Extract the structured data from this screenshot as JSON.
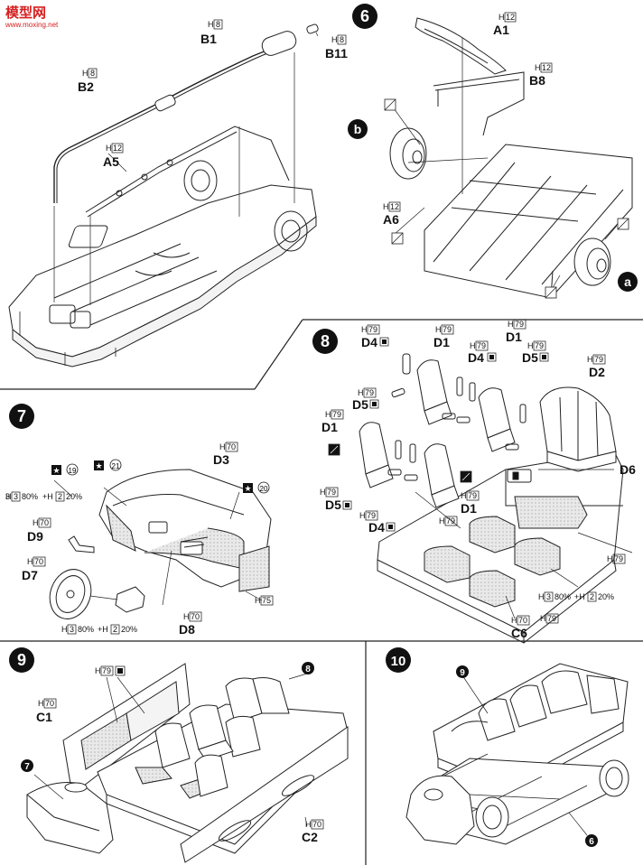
{
  "watermark": {
    "site_name": "模型网",
    "url": "www.moxing.net"
  },
  "steps": [
    {
      "id": "6",
      "label": "6"
    },
    {
      "id": "7",
      "label": "7"
    },
    {
      "id": "8",
      "label": "8"
    },
    {
      "id": "9",
      "label": "9"
    },
    {
      "id": "10",
      "label": "10"
    }
  ],
  "step5": {
    "parts": [
      {
        "code": "H",
        "color": "8",
        "name": "B1"
      },
      {
        "code": "H",
        "color": "8",
        "name": "B11"
      },
      {
        "code": "H",
        "color": "8",
        "name": "B2"
      },
      {
        "code": "H",
        "color": "12",
        "name": "A5"
      }
    ]
  },
  "step6": {
    "parts": [
      {
        "code": "H",
        "color": "12",
        "name": "A1"
      },
      {
        "code": "H",
        "color": "12",
        "name": "B8"
      },
      {
        "code": "H",
        "color": "12",
        "name": "A6"
      }
    ],
    "wheel_labels": {
      "b": "b",
      "a": "a"
    }
  },
  "step7": {
    "decals": [
      "19",
      "21",
      "20"
    ],
    "mix_line_1": {
      "h1": "3",
      "p1": "80%",
      "h2": "2",
      "p2": "20%"
    },
    "mix_line_2": {
      "h1": "3",
      "p1": "80%",
      "h2": "2",
      "p2": "20%"
    },
    "parts": [
      {
        "code": "H",
        "color": "70",
        "name": "D3"
      },
      {
        "code": "H",
        "color": "70",
        "name": "D9"
      },
      {
        "code": "H",
        "color": "70",
        "name": "D7"
      },
      {
        "code": "H",
        "color": "70",
        "name": "D8"
      }
    ],
    "h75": {
      "code": "H",
      "color": "75"
    }
  },
  "step8": {
    "parts": [
      {
        "code": "H",
        "color": "79",
        "name": "D4"
      },
      {
        "code": "H",
        "color": "79",
        "name": "D1"
      },
      {
        "code": "H",
        "color": "79",
        "name": "D1"
      },
      {
        "code": "H",
        "color": "79",
        "name": "D4"
      },
      {
        "code": "H",
        "color": "79",
        "name": "D5"
      },
      {
        "code": "H",
        "color": "79",
        "name": "D2"
      },
      {
        "code": "H",
        "color": "79",
        "name": "D5"
      },
      {
        "code": "H",
        "color": "79",
        "name": "D1"
      },
      {
        "code": "H",
        "color": "79",
        "name": "D5"
      },
      {
        "code": "H",
        "color": "79",
        "name": "D4"
      },
      {
        "code": "H",
        "color": "79",
        "name": "D1"
      }
    ],
    "d6": "D6",
    "c6": {
      "code": "H",
      "color": "70",
      "name": "C6"
    },
    "h79_tags": [
      "79",
      "79",
      "79",
      "79"
    ],
    "mix": {
      "h1": "3",
      "p1": "80%",
      "h2": "2",
      "p2": "20%"
    }
  },
  "step9": {
    "h79": {
      "code": "H",
      "color": "79"
    },
    "c1": {
      "code": "H",
      "color": "70",
      "name": "C1"
    },
    "c2": {
      "code": "H",
      "color": "70",
      "name": "C2"
    },
    "refs": [
      "8",
      "7"
    ]
  },
  "step10": {
    "refs": [
      "9",
      "6"
    ]
  }
}
